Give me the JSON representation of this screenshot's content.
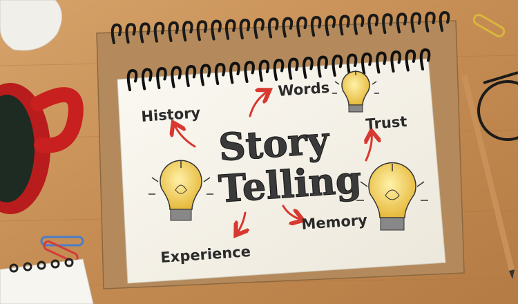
{
  "notebook": {
    "title_line1": "Story",
    "title_line2": "Telling",
    "words": {
      "history": "History",
      "words": "Words",
      "trust": "Trust",
      "memory": "Memory",
      "experience": "Experience"
    }
  },
  "colors": {
    "wood": "#c9935a",
    "kraft": "#b48a5c",
    "paper": "#f6f3ea",
    "arrow": "#d7382f",
    "bulb": "#f3d35a",
    "mug": "#c8201f"
  },
  "icons": [
    "lightbulb-icon",
    "paperclip-icon",
    "pencil-icon",
    "glasses-icon",
    "mug-icon"
  ]
}
